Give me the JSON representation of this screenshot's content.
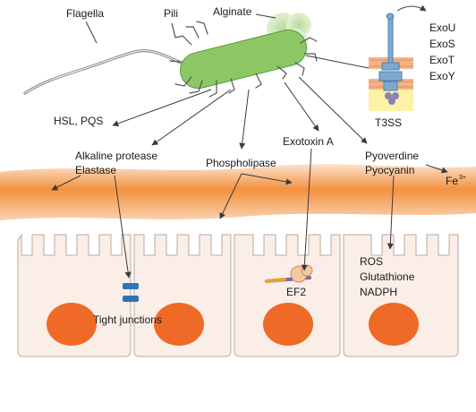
{
  "labels": {
    "flagella": "Flagella",
    "pili": "Pili",
    "alginate": "Alginate",
    "exou": "ExoU",
    "exos": "ExoS",
    "exot": "ExoT",
    "exoy": "ExoY",
    "t3ss": "T3SS",
    "hsl_pqs": "HSL, PQS",
    "alkaline_protease": "Alkaline protease",
    "elastase": "Elastase",
    "phospholipase": "Phospholipase",
    "exotoxin_a": "Exotoxin A",
    "pyoverdine": "Pyoverdine",
    "pyocyanin": "Pyocyanin",
    "fe": "Fe",
    "fe_charge": "3+",
    "tight_junctions": "Tight junctions",
    "ef2": "EF2",
    "ros": "ROS",
    "glutathione": "Glutathione",
    "nadph": "NADPH"
  },
  "colors": {
    "bacterium": "#8cc665",
    "bacterium_outline": "#5c9a3c",
    "alginate": "#cfe7b9",
    "mucus_band": "#f08a3c",
    "cell_fill": "#fbeee7",
    "cell_outline": "#b9a9a2",
    "nucleus": "#ef6a26",
    "junction": "#2e75b6",
    "t3ss_needle": "#7fa8cf",
    "membrane": "#f3b48a",
    "host_cytoplasm": "#fbf2a7"
  }
}
